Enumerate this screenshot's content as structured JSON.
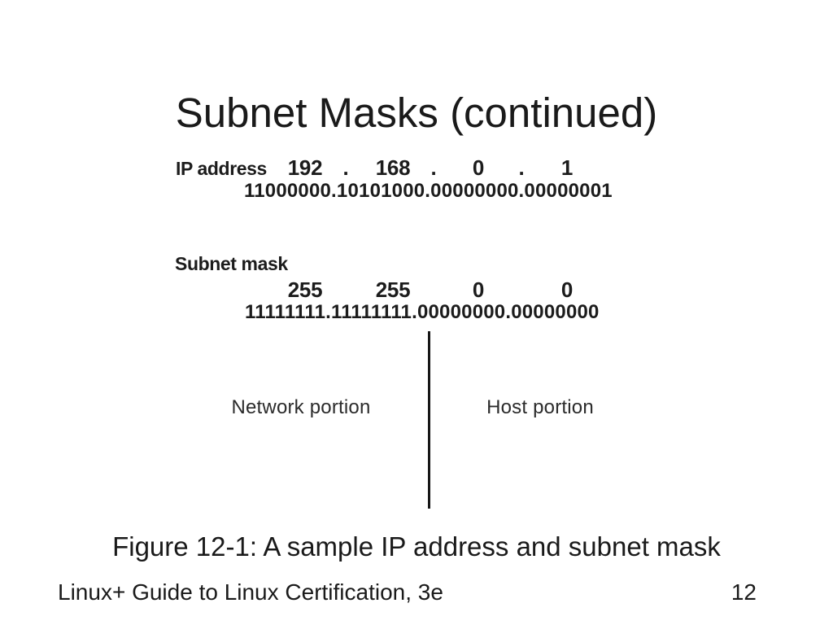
{
  "slide": {
    "title": "Subnet Masks (continued)",
    "caption": "Figure 12-1: A sample IP address and subnet mask",
    "footer": {
      "book_title": "Linux+ Guide to Linux Certification, 3e",
      "page_number": "12"
    }
  },
  "figure": {
    "dot_separator": ".",
    "ip": {
      "label": "IP address",
      "octets": [
        "192",
        "168",
        "0",
        "1"
      ],
      "binary": "11000000.10101000.00000000.00000001"
    },
    "mask": {
      "label": "Subnet mask",
      "octets": [
        "255",
        "255",
        "0",
        "0"
      ],
      "binary": "11111111.11111111.00000000.00000000"
    },
    "network_label": "Network portion",
    "host_label": "Host portion"
  },
  "colors": {
    "background": "#ffffff",
    "slide_text": "#1a1a1a",
    "figure_text": "#1c1c1c",
    "divider": "#161616"
  }
}
